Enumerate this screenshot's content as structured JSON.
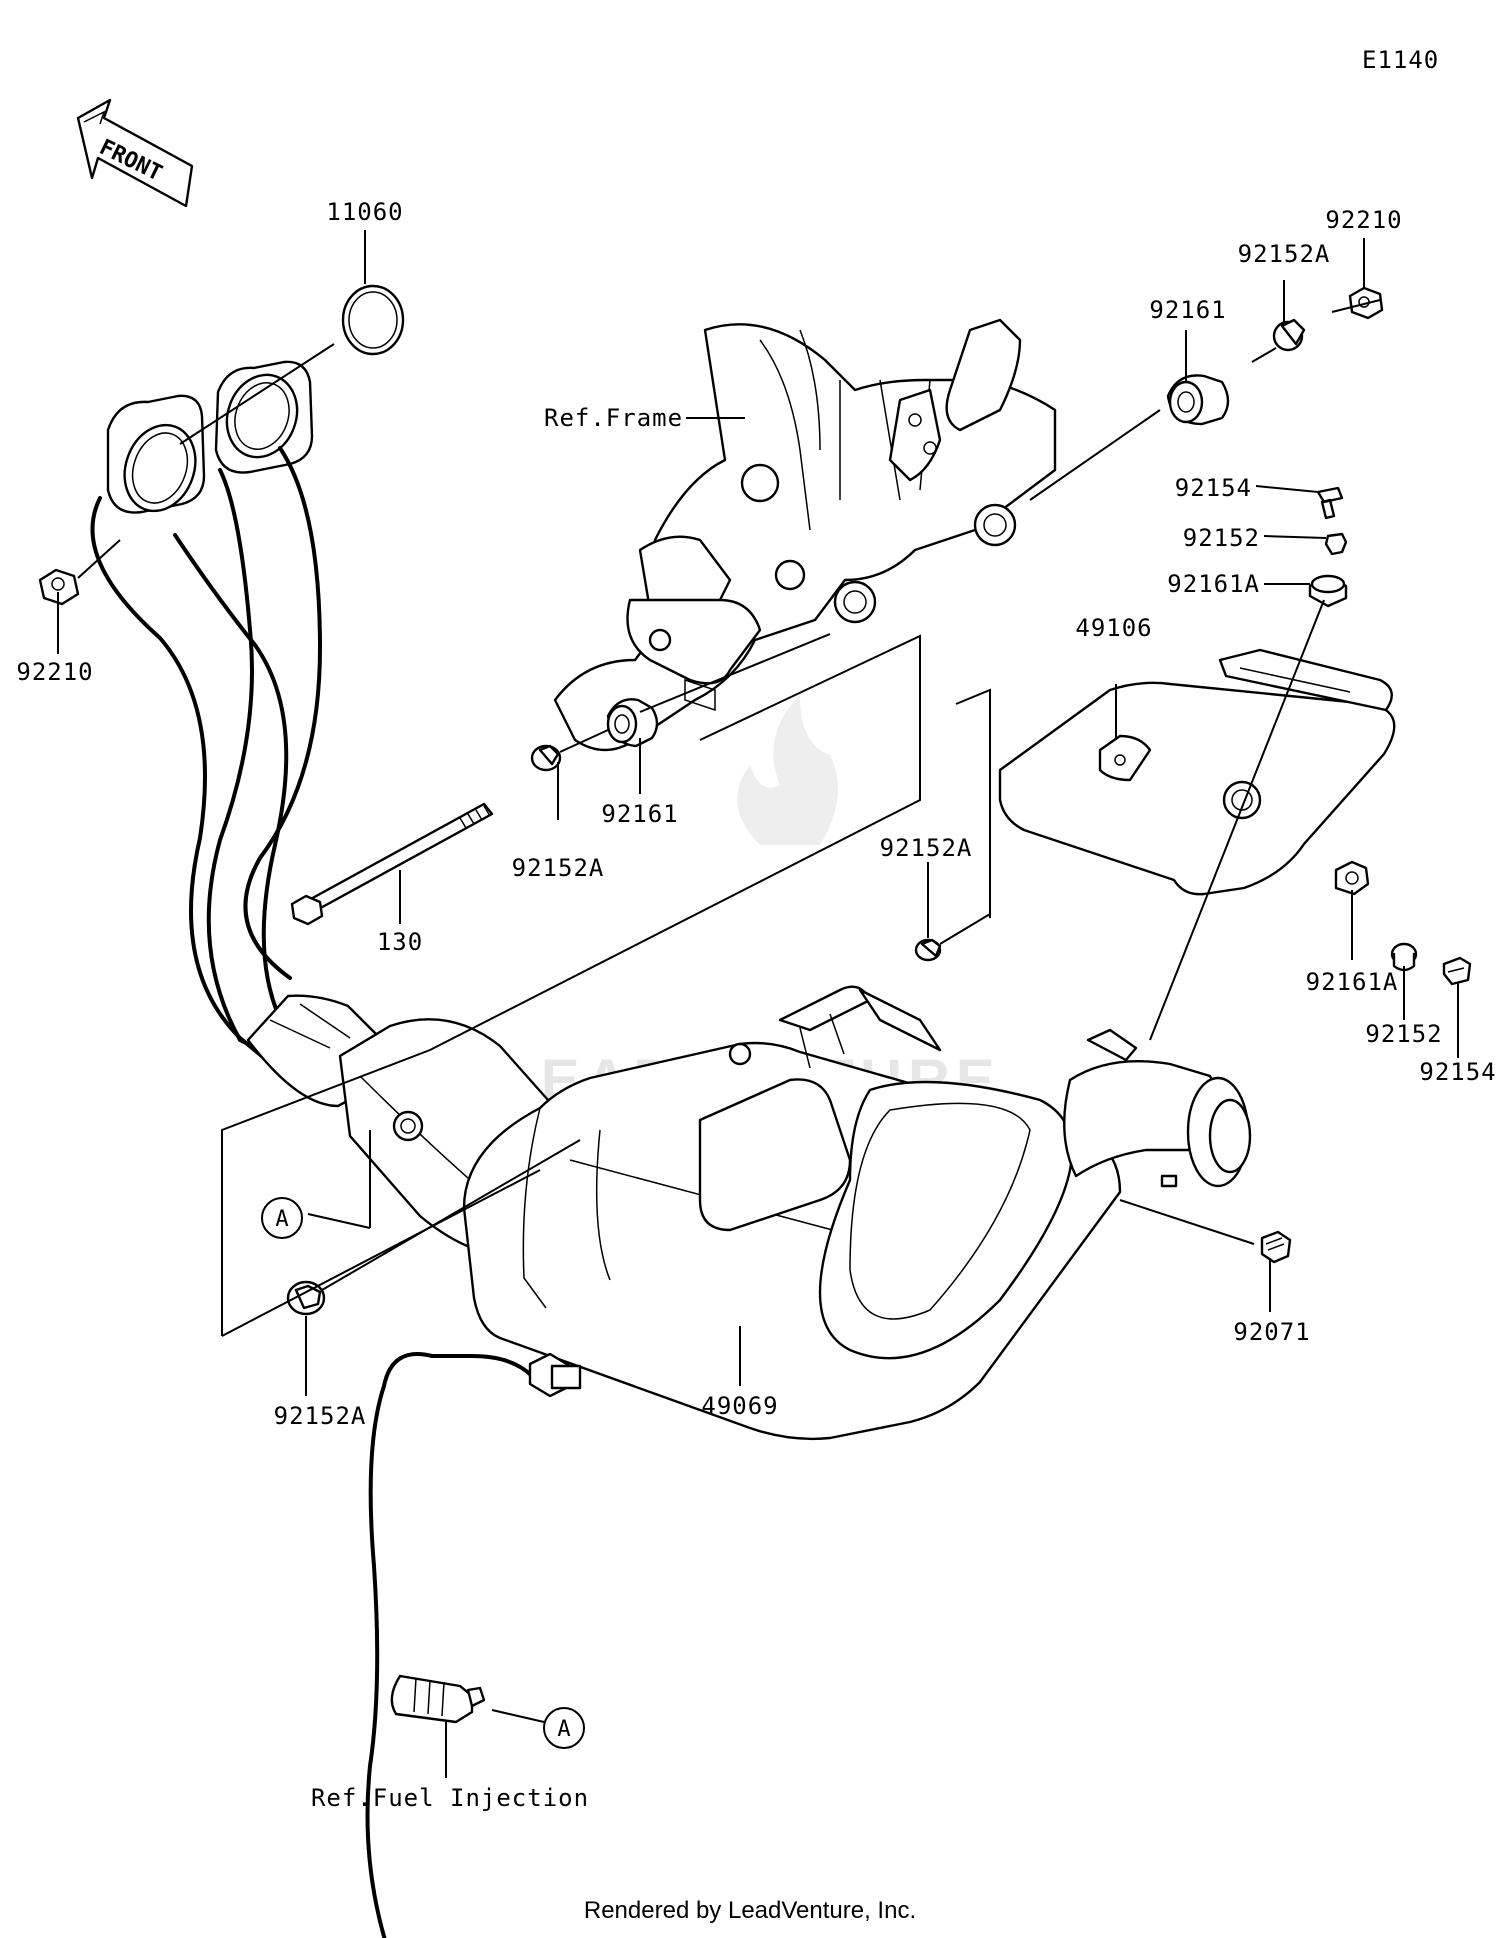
{
  "diagram_code": "E1140",
  "front_arrow": "FRONT",
  "references": {
    "frame": "Ref.Frame",
    "fuel_injection": "Ref.Fuel Injection"
  },
  "callout_letter": "A",
  "parts": {
    "gasket": "11060",
    "nut_left": "92210",
    "nut_right": "92210",
    "collar_top": "92152A",
    "collar_mid": "92152A",
    "collar_center": "92152A",
    "collar_bottom": "92152A",
    "damper_top": "92161",
    "damper_mid": "92161",
    "damper_a_top": "92161A",
    "damper_a_bottom": "92161A",
    "bolt_top": "92154",
    "bolt_bottom": "92154",
    "collar_small_top": "92152",
    "collar_small_bottom": "92152",
    "cover": "49106",
    "bolt_long": "130",
    "muffler": "49069",
    "damper_end": "92071"
  },
  "watermark": "LEADVENTURE",
  "footer": "Rendered by LeadVenture, Inc."
}
